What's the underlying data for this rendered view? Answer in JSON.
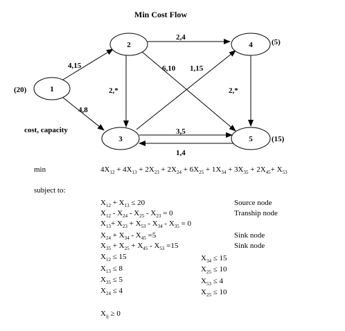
{
  "title": "Min Cost Flow",
  "nodes": [
    {
      "id": "1",
      "label": "1",
      "supply_label": "(20)"
    },
    {
      "id": "2",
      "label": "2",
      "supply_label": ""
    },
    {
      "id": "3",
      "label": "3",
      "supply_label": ""
    },
    {
      "id": "4",
      "label": "4",
      "supply_label": "(5)"
    },
    {
      "id": "5",
      "label": "5",
      "supply_label": "(15)"
    }
  ],
  "edges": [
    {
      "from": "1",
      "to": "2",
      "label": "4,15"
    },
    {
      "from": "1",
      "to": "3",
      "label": "4,8"
    },
    {
      "from": "2",
      "to": "4",
      "label": "2,4"
    },
    {
      "from": "2",
      "to": "3",
      "label": "2,*"
    },
    {
      "from": "2",
      "to": "5",
      "label": "6,10"
    },
    {
      "from": "3",
      "to": "4",
      "label": "1,15"
    },
    {
      "from": "3",
      "to": "5",
      "label": "3,5"
    },
    {
      "from": "5",
      "to": "3",
      "label": "1,4"
    },
    {
      "from": "4",
      "to": "5",
      "label": "2,*"
    }
  ],
  "legend_label": "cost, capacity",
  "model": {
    "min_label": "min",
    "objective": "4X12 + 4X13 + 2X23 + 2X24 + 6X25 + 1X34 + 3X35 + 2X45+ X53",
    "subject_to_label": "subject to:",
    "constraints": [
      {
        "expr": "X12 + X13  ≤ 20",
        "note": "Source node"
      },
      {
        "expr": "X12 - X24 - X25 - X23 = 0",
        "note": "Tranship node"
      },
      {
        "expr": "X13+ X23 + X53 - X34 - X35 = 0",
        "note": ""
      },
      {
        "expr": "X24 + X34 - X45 =5",
        "note": "Sink node"
      },
      {
        "expr": "X35 + X25 + X45 - X53 =15",
        "note": "Sink node"
      }
    ],
    "bounds_left": [
      "X12  ≤ 15",
      "X13  ≤ 8",
      "X35  ≤ 5",
      "X24  ≤ 4"
    ],
    "bounds_right": [
      "X34  ≤ 15",
      "X25  ≤ 10",
      "X53  ≤ 4",
      "X25  ≤ 10"
    ],
    "nonneg": "Xij ≥  0"
  }
}
